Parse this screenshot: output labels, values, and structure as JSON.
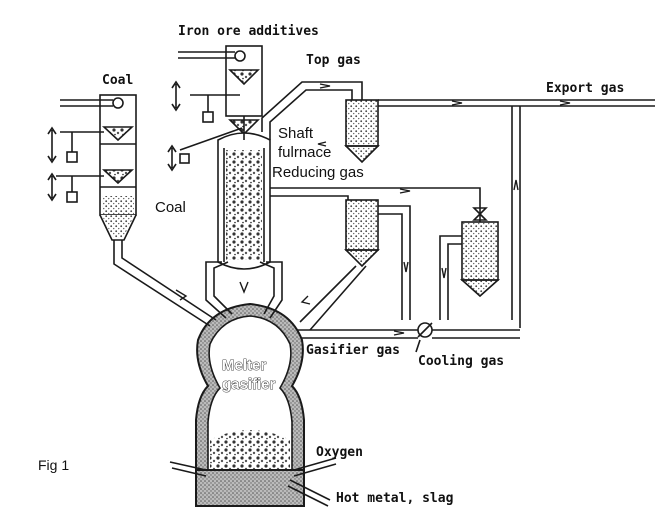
{
  "labels": {
    "iron_ore_additives": "Iron ore additives",
    "top_gas": "Top gas",
    "export_gas": "Export gas",
    "coal_top": "Coal",
    "coal_side": "Coal",
    "shaft_furnace_1": "Shaft",
    "shaft_furnace_2": "fulrnace",
    "reducing_gas": "Reducing gas",
    "gasifier_gas": "Gasifier gas",
    "cooling_gas": "Cooling gas",
    "melter_gasifier_1": "Melter",
    "melter_gasifier_2": "gasifier",
    "oxygen": "Oxygen",
    "hot_metal_slag": "Hot metal, slag",
    "figure_label": "Fig 1"
  },
  "colors": {
    "line": "#1a1a1a",
    "background": "#ffffff",
    "fill_dots": "#555555"
  }
}
